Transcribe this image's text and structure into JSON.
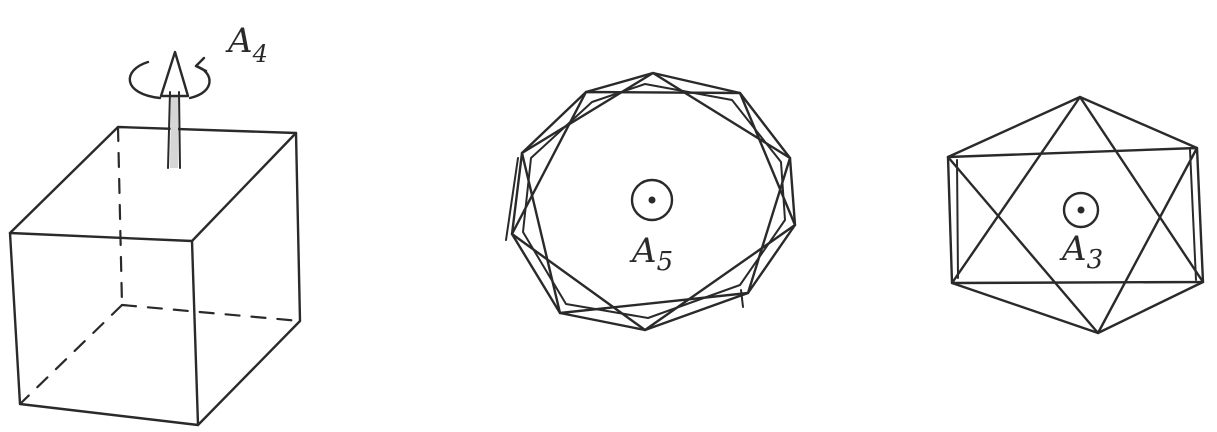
{
  "figures": {
    "cube": {
      "axis_label": "A4",
      "axis_label_main": "A",
      "axis_label_sub": "4"
    },
    "decagon": {
      "axis_label": "A5",
      "axis_label_main": "A",
      "axis_label_sub": "5"
    },
    "hexagon": {
      "axis_label": "A3",
      "axis_label_main": "A",
      "axis_label_sub": "3"
    }
  },
  "ink_color": "#2a2a2a"
}
